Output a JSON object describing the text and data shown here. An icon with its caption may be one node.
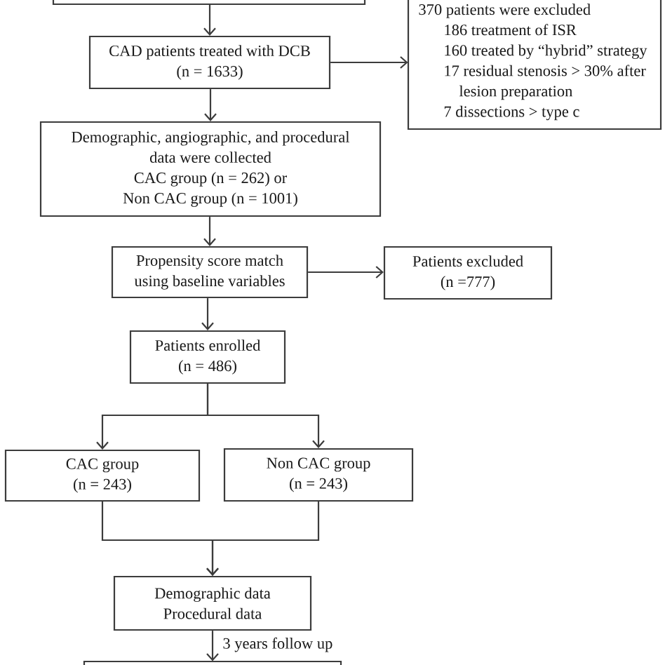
{
  "diagram": {
    "nodes": [
      {
        "text": [],
        "shape": "box"
      },
      {
        "text": [
          "CAD patients treated with DCB",
          "(n = 1633)"
        ]
      },
      {
        "text": [
          "370 patients were excluded",
          "186 treatment of ISR",
          "160 treated by “hybrid” strategy",
          "17 residual stenosis > 30% after lesion preparation",
          "7 dissections > type c"
        ]
      },
      {
        "text": [
          "Demographic, angiographic, and procedural data were collected",
          "CAC group (n = 262) or",
          "Non CAC group (n = 1001)"
        ]
      },
      {
        "text": [
          "Propensity score match using baseline variables"
        ]
      },
      {
        "text": [
          "Patients excluded",
          "(n =777)"
        ]
      },
      {
        "text": [
          "Patients enrolled",
          "(n = 486)"
        ]
      },
      {
        "text": [
          "CAC group",
          "(n = 243)"
        ]
      },
      {
        "text": [
          "Non CAC group",
          "(n = 243)"
        ]
      },
      {
        "text": [
          "Demographic data",
          "Procedural data"
        ]
      },
      {
        "text": [],
        "shape": "box"
      }
    ],
    "edges": [
      {
        "from": 0,
        "to": 1,
        "arrow": "to"
      },
      {
        "from": 1,
        "to": 2,
        "arrow": "to"
      },
      {
        "from": 1,
        "to": 3,
        "arrow": "to"
      },
      {
        "from": 3,
        "to": 4,
        "arrow": "to"
      },
      {
        "from": 4,
        "to": 5,
        "arrow": "to"
      },
      {
        "from": 4,
        "to": 6,
        "arrow": "to"
      },
      {
        "from": 6,
        "to": 7,
        "arrow": "to"
      },
      {
        "from": 6,
        "to": 8,
        "arrow": "to"
      },
      {
        "from": 7,
        "to": 9,
        "arrow": "to"
      },
      {
        "from": 8,
        "to": 9,
        "arrow": "to"
      },
      {
        "from": 9,
        "to": 10,
        "arrow": "to",
        "label": "3 years follow up"
      }
    ]
  }
}
